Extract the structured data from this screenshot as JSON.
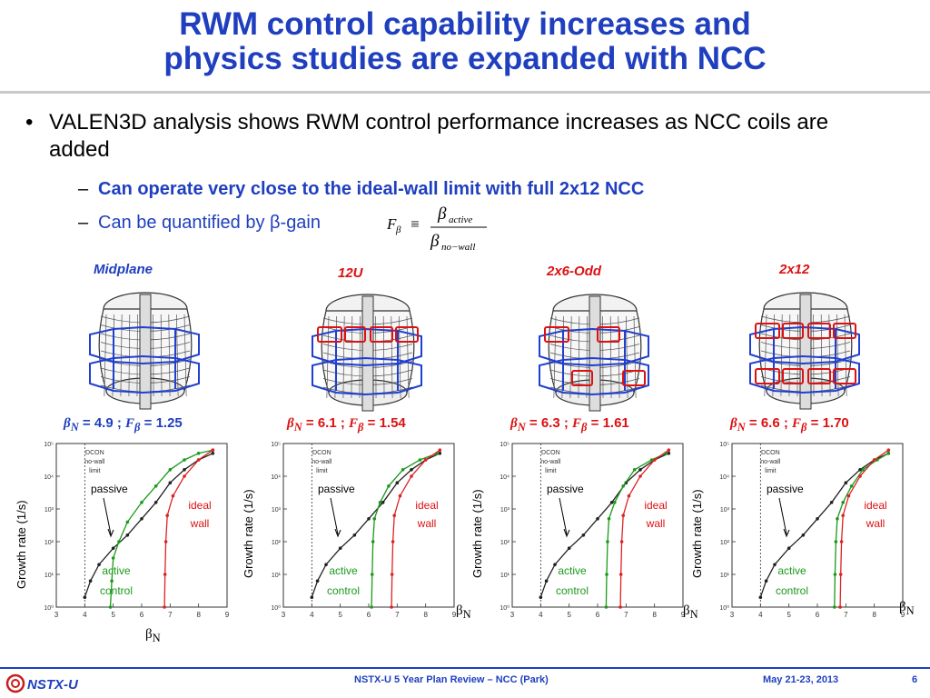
{
  "title": {
    "line1": "RWM control capability increases and",
    "line2": "physics studies are expanded with NCC"
  },
  "bullet": {
    "marker": "•",
    "text": "VALEN3D analysis shows RWM control performance increases as NCC coils are added"
  },
  "subbullets": [
    {
      "dash": "–",
      "text": "Can operate very close to the ideal-wall limit with full 2x12 NCC"
    },
    {
      "dash": "–",
      "text": "Can be quantified by β-gain"
    }
  ],
  "formula": {
    "lhs": "F",
    "lhs_sub": "β",
    "equiv": "≡",
    "num": "β",
    "num_sub": "active",
    "den": "β",
    "den_sub": "no−wall"
  },
  "configs": [
    {
      "label": "Midplane",
      "color": "#1f3fbf",
      "betaN": "4.9",
      "Fbeta": "1.25",
      "stat_color": "#1f3fbf"
    },
    {
      "label": "12U",
      "color": "#dd1111",
      "betaN": "6.1",
      "Fbeta": "1.54",
      "stat_color": "#dd1111"
    },
    {
      "label": "2x6-Odd",
      "color": "#dd1111",
      "betaN": "6.3",
      "Fbeta": "1.61",
      "stat_color": "#dd1111"
    },
    {
      "label": "2x12",
      "color": "#dd1111",
      "betaN": "6.6",
      "Fbeta": "1.70",
      "stat_color": "#dd1111"
    }
  ],
  "stat_labels": {
    "beta": "β",
    "beta_sub": "N",
    "eq": "=",
    "sep": ";",
    "F": "F",
    "F_sub": "β"
  },
  "plot_labels": {
    "ylabel": "Growth rate (1/s)",
    "dcon1": "DCON",
    "dcon2": "no-wall",
    "dcon3": "limit",
    "passive": "passive",
    "ideal1": "ideal",
    "ideal2": "wall",
    "active1": "active",
    "active2": "control",
    "betaN_main": "β",
    "betaN_sub": "N",
    "xticks": [
      "3",
      "4",
      "5",
      "6",
      "7",
      "8",
      "9"
    ],
    "yticks": [
      "10⁰",
      "10¹",
      "10²",
      "10³",
      "10⁴",
      "10⁵"
    ]
  },
  "chart_data": [
    {
      "type": "line",
      "xlabel": "βN",
      "ylabel": "Growth rate (1/s)",
      "xlim": [
        3,
        9
      ],
      "ylim_log10": [
        0,
        5
      ],
      "yscale": "log",
      "dcon_limit": 4.0,
      "series": [
        {
          "name": "passive",
          "color": "#222222",
          "x": [
            4.0,
            4.2,
            4.5,
            5.0,
            5.5,
            6.0,
            6.5,
            7.0,
            7.5,
            8.0,
            8.5
          ],
          "log10y": [
            0.3,
            0.8,
            1.3,
            1.8,
            2.2,
            2.7,
            3.2,
            3.8,
            4.2,
            4.5,
            4.7
          ]
        },
        {
          "name": "active control",
          "color": "#1a9a1a",
          "x": [
            4.9,
            4.95,
            5.0,
            5.2,
            5.5,
            6.0,
            6.5,
            7.0,
            7.5,
            8.0,
            8.5
          ],
          "log10y": [
            0.0,
            0.8,
            1.5,
            2.0,
            2.6,
            3.2,
            3.7,
            4.2,
            4.5,
            4.7,
            4.8
          ]
        },
        {
          "name": "ideal wall",
          "color": "#dd2222",
          "x": [
            6.8,
            6.82,
            6.85,
            6.9,
            7.1,
            7.5,
            8.0,
            8.5
          ],
          "log10y": [
            0.0,
            1.0,
            2.0,
            2.8,
            3.4,
            4.0,
            4.5,
            4.8
          ]
        }
      ]
    },
    {
      "type": "line",
      "xlabel": "βN",
      "ylabel": "Growth rate (1/s)",
      "xlim": [
        3,
        9
      ],
      "ylim_log10": [
        0,
        5
      ],
      "yscale": "log",
      "dcon_limit": 4.0,
      "series": [
        {
          "name": "passive",
          "color": "#222222",
          "x": [
            4.0,
            4.2,
            4.5,
            5.0,
            5.5,
            6.0,
            6.5,
            7.0,
            7.5,
            8.0,
            8.5
          ],
          "log10y": [
            0.3,
            0.8,
            1.3,
            1.8,
            2.2,
            2.7,
            3.2,
            3.8,
            4.2,
            4.5,
            4.7
          ]
        },
        {
          "name": "active control",
          "color": "#1a9a1a",
          "x": [
            6.1,
            6.12,
            6.15,
            6.2,
            6.4,
            6.7,
            7.2,
            7.8,
            8.4
          ],
          "log10y": [
            0.0,
            1.0,
            2.0,
            2.7,
            3.2,
            3.7,
            4.2,
            4.5,
            4.7
          ]
        },
        {
          "name": "ideal wall",
          "color": "#dd2222",
          "x": [
            6.8,
            6.82,
            6.85,
            6.9,
            7.1,
            7.5,
            8.0,
            8.5
          ],
          "log10y": [
            0.0,
            1.0,
            2.0,
            2.8,
            3.4,
            4.0,
            4.5,
            4.8
          ]
        }
      ]
    },
    {
      "type": "line",
      "xlabel": "βN",
      "ylabel": "Growth rate (1/s)",
      "xlim": [
        3,
        9
      ],
      "ylim_log10": [
        0,
        5
      ],
      "yscale": "log",
      "dcon_limit": 4.0,
      "series": [
        {
          "name": "passive",
          "color": "#222222",
          "x": [
            4.0,
            4.2,
            4.5,
            5.0,
            5.5,
            6.0,
            6.5,
            7.0,
            7.5,
            8.0,
            8.5
          ],
          "log10y": [
            0.3,
            0.8,
            1.3,
            1.8,
            2.2,
            2.7,
            3.2,
            3.8,
            4.2,
            4.5,
            4.7
          ]
        },
        {
          "name": "active control",
          "color": "#1a9a1a",
          "x": [
            6.3,
            6.32,
            6.35,
            6.4,
            6.6,
            6.9,
            7.3,
            7.9,
            8.4
          ],
          "log10y": [
            0.0,
            1.0,
            2.0,
            2.7,
            3.2,
            3.7,
            4.2,
            4.5,
            4.7
          ]
        },
        {
          "name": "ideal wall",
          "color": "#dd2222",
          "x": [
            6.8,
            6.82,
            6.85,
            6.9,
            7.1,
            7.5,
            8.0,
            8.5
          ],
          "log10y": [
            0.0,
            1.0,
            2.0,
            2.8,
            3.4,
            4.0,
            4.5,
            4.8
          ]
        }
      ]
    },
    {
      "type": "line",
      "xlabel": "βN",
      "ylabel": "Growth rate (1/s)",
      "xlim": [
        3,
        9
      ],
      "ylim_log10": [
        0,
        5
      ],
      "yscale": "log",
      "dcon_limit": 4.0,
      "series": [
        {
          "name": "passive",
          "color": "#222222",
          "x": [
            4.0,
            4.2,
            4.5,
            5.0,
            5.5,
            6.0,
            6.5,
            7.0,
            7.5,
            8.0,
            8.5
          ],
          "log10y": [
            0.3,
            0.8,
            1.3,
            1.8,
            2.2,
            2.7,
            3.2,
            3.8,
            4.2,
            4.5,
            4.7
          ]
        },
        {
          "name": "active control",
          "color": "#1a9a1a",
          "x": [
            6.6,
            6.62,
            6.65,
            6.7,
            6.9,
            7.2,
            7.6,
            8.1,
            8.5
          ],
          "log10y": [
            0.0,
            1.0,
            2.0,
            2.7,
            3.2,
            3.7,
            4.2,
            4.5,
            4.7
          ]
        },
        {
          "name": "ideal wall",
          "color": "#dd2222",
          "x": [
            6.8,
            6.82,
            6.85,
            6.9,
            7.1,
            7.5,
            8.0,
            8.5
          ],
          "log10y": [
            0.0,
            1.0,
            2.0,
            2.8,
            3.4,
            4.0,
            4.5,
            4.8
          ]
        }
      ]
    }
  ],
  "footer": {
    "logo": "NSTX-U",
    "center": "NSTX-U 5 Year Plan Review – NCC (Park)",
    "date": "May 21-23, 2013",
    "page": "6"
  }
}
